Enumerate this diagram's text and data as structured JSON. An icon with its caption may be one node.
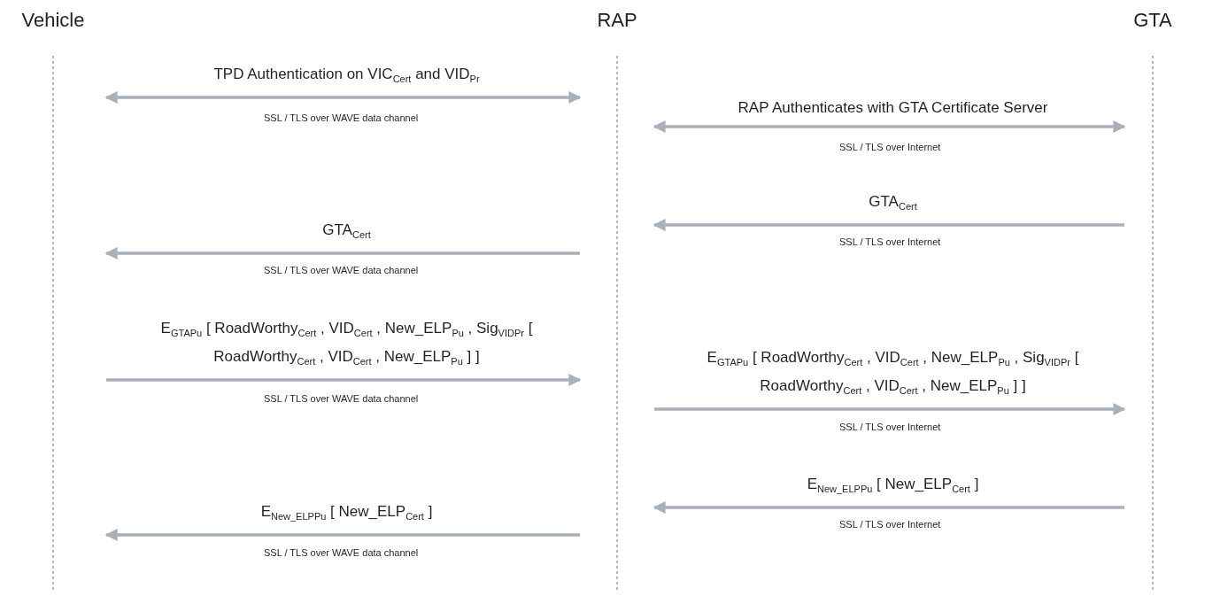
{
  "diagram": {
    "nodes": [
      {
        "text": [
          "Vehicle"
        ]
      },
      {
        "text": [
          "RAP"
        ]
      },
      {
        "text": [
          "GTA"
        ]
      }
    ],
    "edges": [
      {
        "from": 0,
        "to": 1,
        "arrow": "both",
        "label": "TPD Authentication on VIC$_{Cert}$ and VID$_{Pr}$"
      },
      {
        "from": 1,
        "to": 2,
        "arrow": "both",
        "label": "RAP Authenticates with GTA Certificate Server"
      },
      {
        "from": 2,
        "to": 1,
        "arrow": "to",
        "label": "GTA$_{Cert}$"
      },
      {
        "from": 1,
        "to": 0,
        "arrow": "to",
        "label": "GTA$_{Cert}$"
      },
      {
        "from": 0,
        "to": 1,
        "arrow": "to",
        "label": "E$_{GTAPu}$ [ RoadWorthy$_{Cert}$ , VID$_{Cert}$ , New_ELP$_{Pu}$ , Sig$_{VIDPr}$ [ RoadWorthy$_{Cert}$ , VID$_{Cert}$ , New_ELP$_{Pu}$ ] ]"
      },
      {
        "from": 1,
        "to": 2,
        "arrow": "to",
        "label": "E$_{GTAPu}$ [ RoadWorthy$_{Cert}$ , VID$_{Cert}$ , New_ELP$_{Pu}$ , Sig$_{VIDPr}$ [ RoadWorthy$_{Cert}$ , VID$_{Cert}$ , New_ELP$_{Pu}$ ] ]"
      },
      {
        "from": 2,
        "to": 1,
        "arrow": "to",
        "label": "E$_{New_ELPPu}$ [ New_ELP$_{Cert}$ ]"
      },
      {
        "from": 1,
        "to": 0,
        "arrow": "to",
        "label": "E$_{New_ELPPu}$ [ New_ELP$_{Cert}$ ]"
      }
    ],
    "labels": [
      "SSL / TLS over WAVE data channel",
      "SSL / TLS over Internet",
      "SSL / TLS over Internet",
      "SSL / TLS over WAVE data channel",
      "SSL / TLS over WAVE data channel",
      "SSL / TLS over Internet",
      "SSL / TLS over Internet",
      "SSL / TLS over WAVE data channel"
    ]
  }
}
